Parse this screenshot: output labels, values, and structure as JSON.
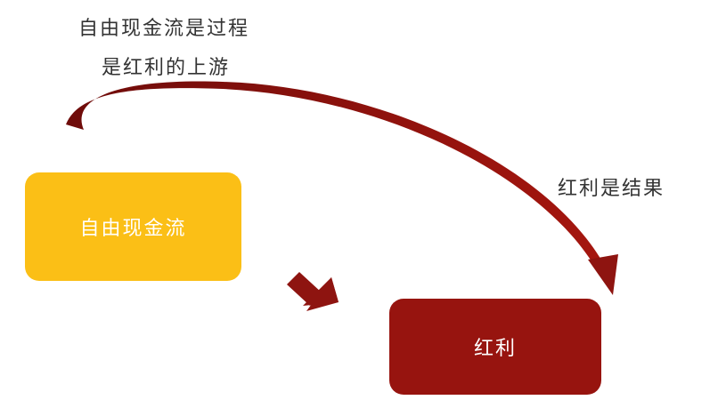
{
  "captions": {
    "process_line1": "自由现金流是过程",
    "process_line2": "是红利的上游",
    "result": "红利是结果"
  },
  "boxes": {
    "free_cash_flow": {
      "label": "自由现金流",
      "color": "#FBBF16"
    },
    "dividend": {
      "label": "红利",
      "color": "#97140F"
    }
  },
  "colors": {
    "arrow": "#8E1410",
    "text": "#333333"
  }
}
